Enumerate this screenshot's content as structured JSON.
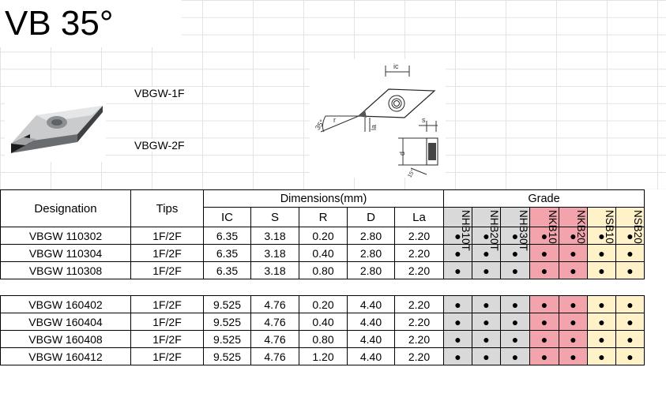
{
  "title": "VB 35°",
  "variants": [
    "VBGW-1F",
    "VBGW-2F"
  ],
  "drawing_labels": {
    "ic": "ic",
    "angle": "35°",
    "r": "r",
    "la": "la",
    "d": "d",
    "s": "s"
  },
  "table": {
    "headers": {
      "designation": "Designation",
      "tips": "Tips",
      "dimensions": "Dimensions(mm)",
      "grade": "Grade",
      "dims": [
        "IC",
        "S",
        "R",
        "D",
        "La"
      ],
      "grades": [
        "NHB10T",
        "NHB20T",
        "NHB30T",
        "NKB10",
        "NKB20",
        "NSB10",
        "NSB20"
      ]
    },
    "dot": "●",
    "rows": [
      {
        "designation": "VBGW 110302",
        "tips": "1F/2F",
        "ic": "6.35",
        "s": "3.18",
        "r": "0.20",
        "d": "2.80",
        "la": "2.20"
      },
      {
        "designation": "VBGW 110304",
        "tips": "1F/2F",
        "ic": "6.35",
        "s": "3.18",
        "r": "0.40",
        "d": "2.80",
        "la": "2.20"
      },
      {
        "designation": "VBGW 110308",
        "tips": "1F/2F",
        "ic": "6.35",
        "s": "3.18",
        "r": "0.80",
        "d": "2.80",
        "la": "2.20"
      },
      {
        "designation": "VBGW 160402",
        "tips": "1F/2F",
        "ic": "9.525",
        "s": "4.76",
        "r": "0.20",
        "d": "4.40",
        "la": "2.20"
      },
      {
        "designation": "VBGW 160404",
        "tips": "1F/2F",
        "ic": "9.525",
        "s": "4.76",
        "r": "0.40",
        "d": "4.40",
        "la": "2.20"
      },
      {
        "designation": "VBGW 160408",
        "tips": "1F/2F",
        "ic": "9.525",
        "s": "4.76",
        "r": "0.80",
        "d": "4.40",
        "la": "2.20"
      },
      {
        "designation": "VBGW 160412",
        "tips": "1F/2F",
        "ic": "9.525",
        "s": "4.76",
        "r": "1.20",
        "d": "4.40",
        "la": "2.20"
      }
    ]
  }
}
